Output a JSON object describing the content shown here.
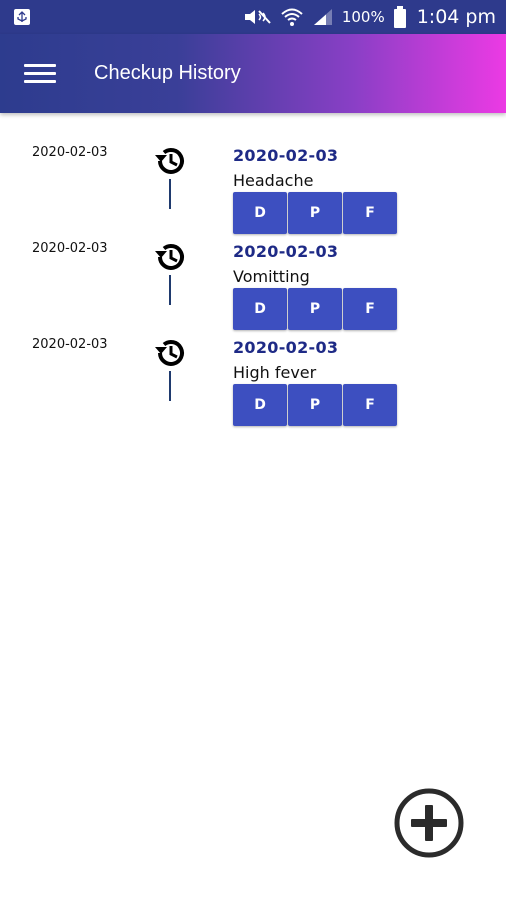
{
  "status_bar": {
    "battery": "100%",
    "time": "1:04 pm"
  },
  "app_bar": {
    "title": "Checkup History"
  },
  "entries": [
    {
      "date_left": "2020-02-03",
      "date": "2020-02-03",
      "symptom": "Headache",
      "buttons": [
        "D",
        "P",
        "F"
      ]
    },
    {
      "date_left": "2020-02-03",
      "date": "2020-02-03",
      "symptom": "Vomitting",
      "buttons": [
        "D",
        "P",
        "F"
      ]
    },
    {
      "date_left": "2020-02-03",
      "date": "2020-02-03",
      "symptom": "High fever",
      "buttons": [
        "D",
        "P",
        "F"
      ]
    }
  ],
  "colors": {
    "status_bar": "#2e3a8c",
    "gradient_start": "#2d3c8e",
    "gradient_end": "#ec3ae4",
    "date_text": "#1e2a86",
    "button": "#3d4fc0"
  },
  "icons": {
    "usb": "usb-icon",
    "mute": "mute-icon",
    "wifi": "wifi-icon",
    "signal": "signal-icon",
    "battery": "battery-icon",
    "menu": "menu-icon",
    "history": "history-icon",
    "add": "add-circle-icon"
  }
}
